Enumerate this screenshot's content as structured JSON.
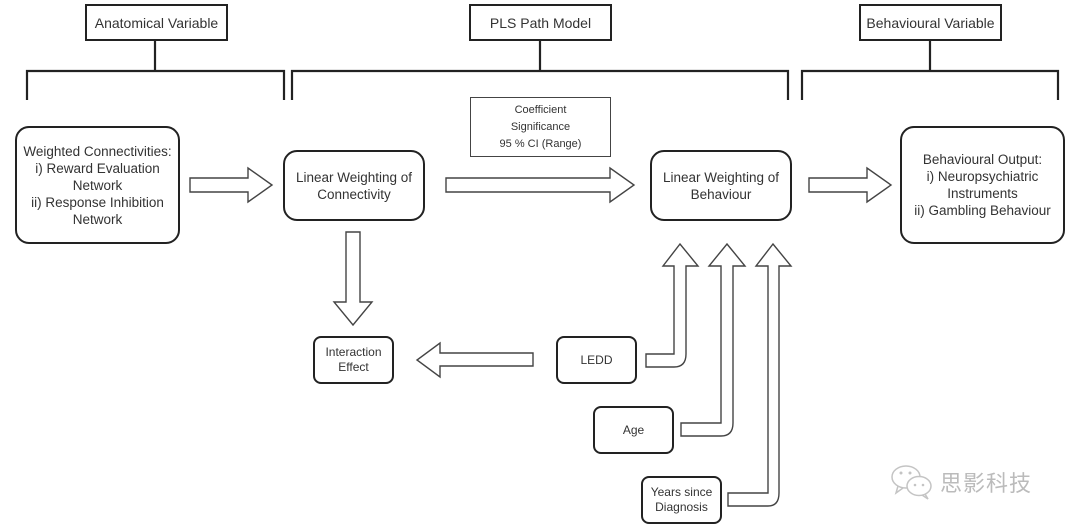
{
  "headers": {
    "anatomical": "Anatomical Variable",
    "pls": "PLS Path Model",
    "behavioural": "Behavioural Variable"
  },
  "nodes": {
    "weighted_connectivities": "Weighted Connectivities:\ni) Reward Evaluation\nNetwork\nii) Response Inhibition\nNetwork",
    "linear_connectivity": "Linear Weighting of\nConnectivity",
    "coefficient": "Coefficient\nSignificance\n95 % CI (Range)",
    "linear_behaviour": "Linear Weighting of\nBehaviour",
    "behavioural_output": "Behavioural Output:\ni) Neuropsychiatric\nInstruments\nii) Gambling Behaviour",
    "interaction_effect": "Interaction\nEffect",
    "ledd": "LEDD",
    "age": "Age",
    "years_since_diagnosis": "Years since\nDiagnosis"
  },
  "watermark": {
    "icon": "wechat-icon",
    "text": "思影科技"
  }
}
